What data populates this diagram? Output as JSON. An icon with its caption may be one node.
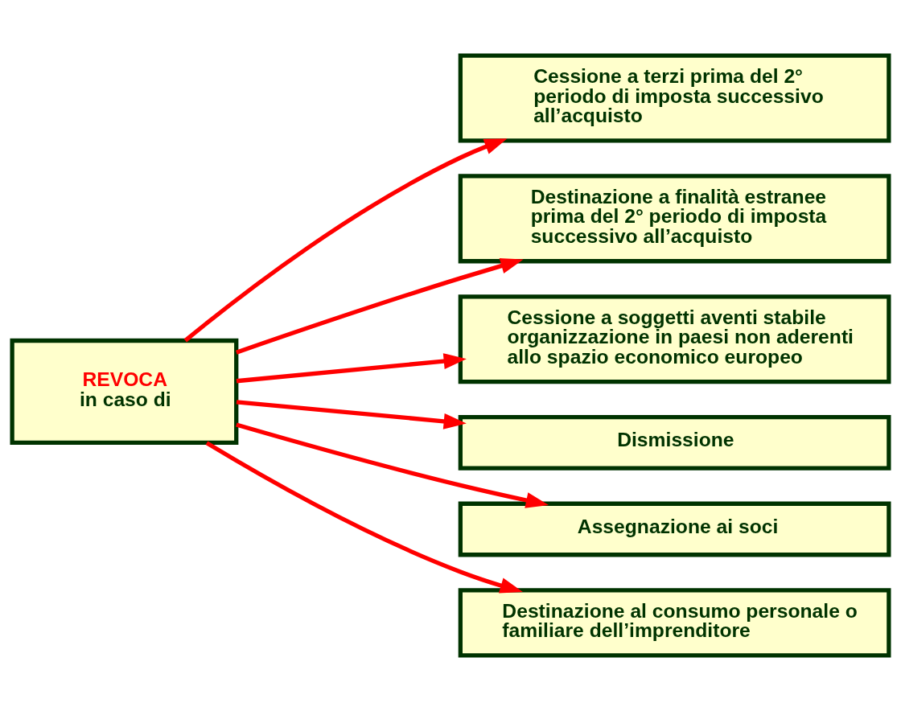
{
  "diagram": {
    "nodes": [
      {
        "text": [
          "REVOCA",
          "in caso di"
        ]
      },
      {
        "text": [
          "Cessione a terzi prima del 2° periodo di imposta successivo all’acquisto"
        ]
      },
      {
        "text": [
          "Destinazione a finalità estranee prima del 2° periodo di imposta successivo all’acquisto"
        ]
      },
      {
        "text": [
          "Cessione a soggetti aventi stabile organizzazione in paesi non aderenti allo spazio economico europeo"
        ]
      },
      {
        "text": [
          "Dismissione"
        ]
      },
      {
        "text": [
          "Assegnazione ai soci"
        ]
      },
      {
        "text": [
          "Destinazione al consumo personale o familiare dell’imprenditore"
        ]
      }
    ],
    "edges": [
      {
        "from": 0,
        "to": 1,
        "arrow": "to"
      },
      {
        "from": 0,
        "to": 2,
        "arrow": "to"
      },
      {
        "from": 0,
        "to": 3,
        "arrow": "to"
      },
      {
        "from": 0,
        "to": 4,
        "arrow": "to"
      },
      {
        "from": 0,
        "to": 5,
        "arrow": "to"
      },
      {
        "from": 0,
        "to": 6,
        "arrow": "to"
      }
    ]
  }
}
